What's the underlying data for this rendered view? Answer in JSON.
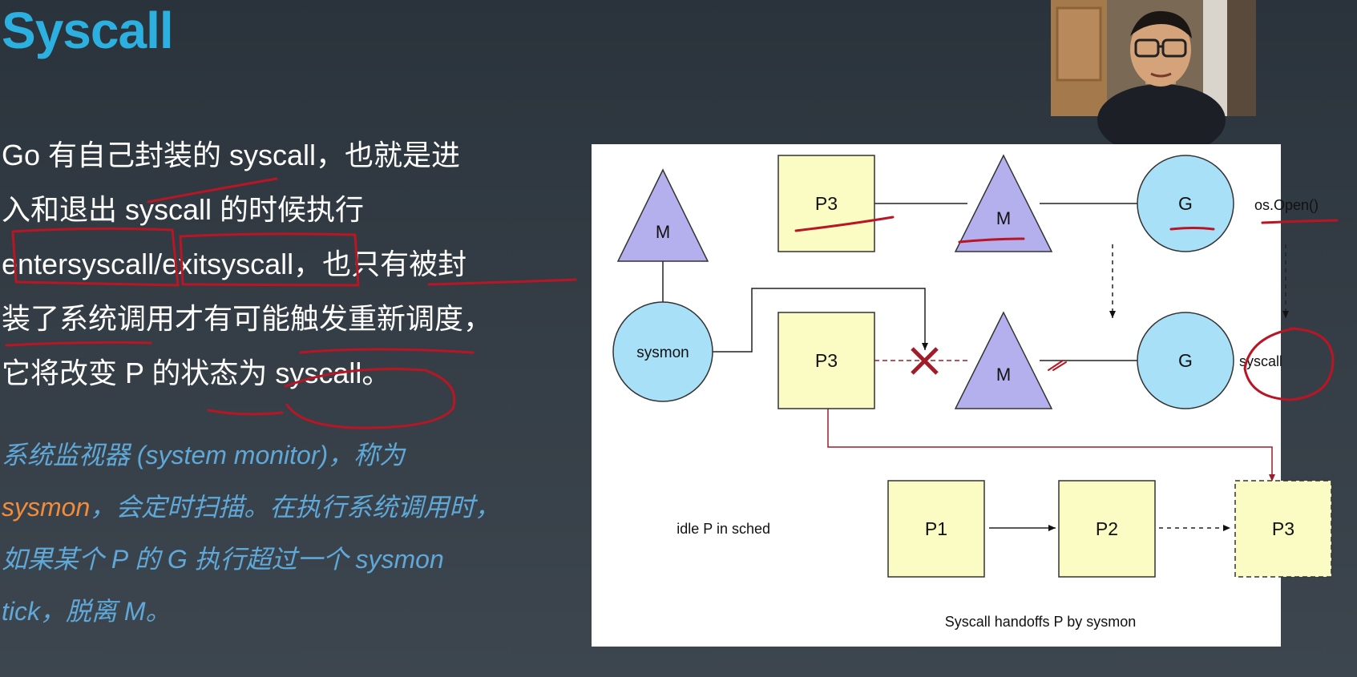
{
  "slide": {
    "title": "Syscall",
    "body_lines": [
      "Go 有自己封装的 syscall，也就是进",
      "入和退出 syscall 的时候执行",
      "entersyscall/exitsyscall，也只有被封",
      "装了系统调用才有可能触发重新调度，",
      "它将改变 P 的状态为 syscall。"
    ],
    "sub": {
      "line1": "系统监视器 (system monitor)，称为",
      "line2_highlight": "sysmon",
      "line2_rest": "，会定时扫描。在执行系统调用时，",
      "line3": "如果某个 P 的 G 执行超过一个 sysmon",
      "line4": "tick，脱离 M。"
    }
  },
  "diagram": {
    "caption": "Syscall handoffs P by sysmon",
    "nodes": {
      "m_left": "M",
      "sysmon": "sysmon",
      "p3_top": "P3",
      "m_top": "M",
      "g_top": "G",
      "os_open": "os.Open()",
      "p3_mid": "P3",
      "m_mid": "M",
      "g_mid": "G",
      "syscall": "syscall",
      "idle_label": "idle P in sched",
      "p1": "P1",
      "p2": "P2",
      "p3_bottom": "P3"
    },
    "colors": {
      "processor": "#fbfbc4",
      "machine": "#b4b0ee",
      "goroutine": "#a8e0f8",
      "handoff_line": "#a01c28",
      "annotation": "#b81624"
    }
  },
  "colors": {
    "title": "#2bb0e0",
    "body": "#ffffff",
    "sub": "#5fa8d8",
    "highlight": "#f08c3c"
  }
}
